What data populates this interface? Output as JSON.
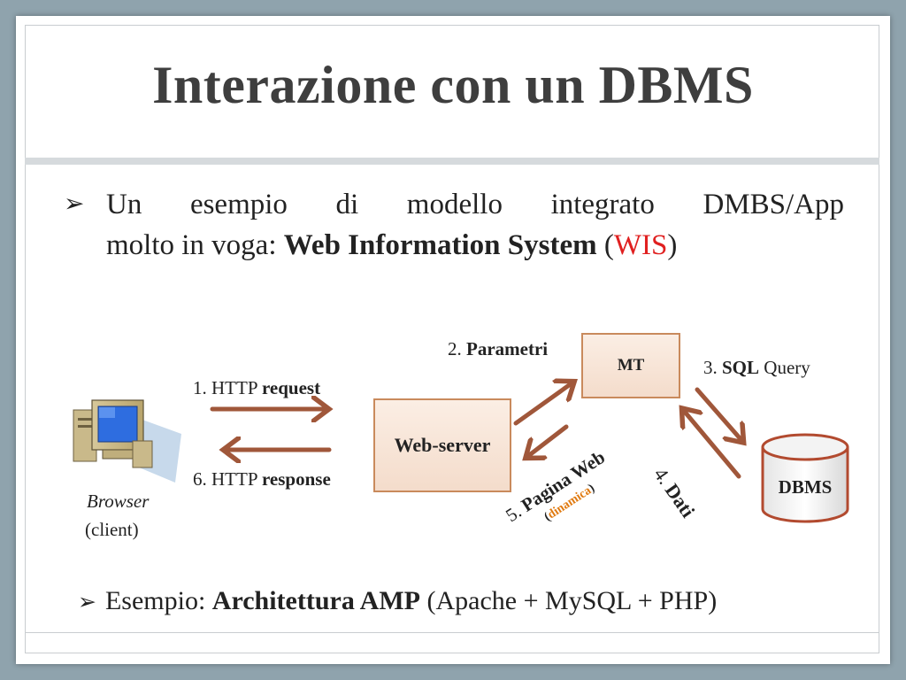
{
  "slide": {
    "title": "Interazione con un DBMS"
  },
  "bullet1": {
    "marker": "➢",
    "line1": "Un esempio di modello integrato DMBS/App",
    "line2_prefix": "molto in voga: ",
    "line2_bold": "Web Information System",
    "line2_open": " (",
    "line2_red": "WIS",
    "line2_close": ")"
  },
  "diagram": {
    "browser_label": "Browser",
    "client_label": "(client)",
    "webserver": "Web-server",
    "mt": "MT",
    "dbms": "DBMS",
    "step1_prefix": "1. HTTP ",
    "step1_bold": "request",
    "step6_prefix": "6. HTTP ",
    "step6_bold": "response",
    "step2_prefix": "2. ",
    "step2_bold": "Parametri",
    "step3_prefix": "3. ",
    "step3_bold": "SQL",
    "step3_suffix": " Query",
    "step4_prefix": "4. ",
    "step4_bold": "Dati",
    "step5_prefix": "5. ",
    "step5_bold": "Pagina Web",
    "step5_sub_open": "(",
    "step5_sub": "dinamica",
    "step5_sub_close": ")",
    "arrow_color": "#a0573a",
    "box_border": "#c98a5c",
    "orange_text": "#e07a10"
  },
  "bullet2": {
    "marker": "➢",
    "prefix": "Esempio: ",
    "bold": "Architettura AMP",
    "suffix": " (Apache + MySQL + PHP)"
  }
}
